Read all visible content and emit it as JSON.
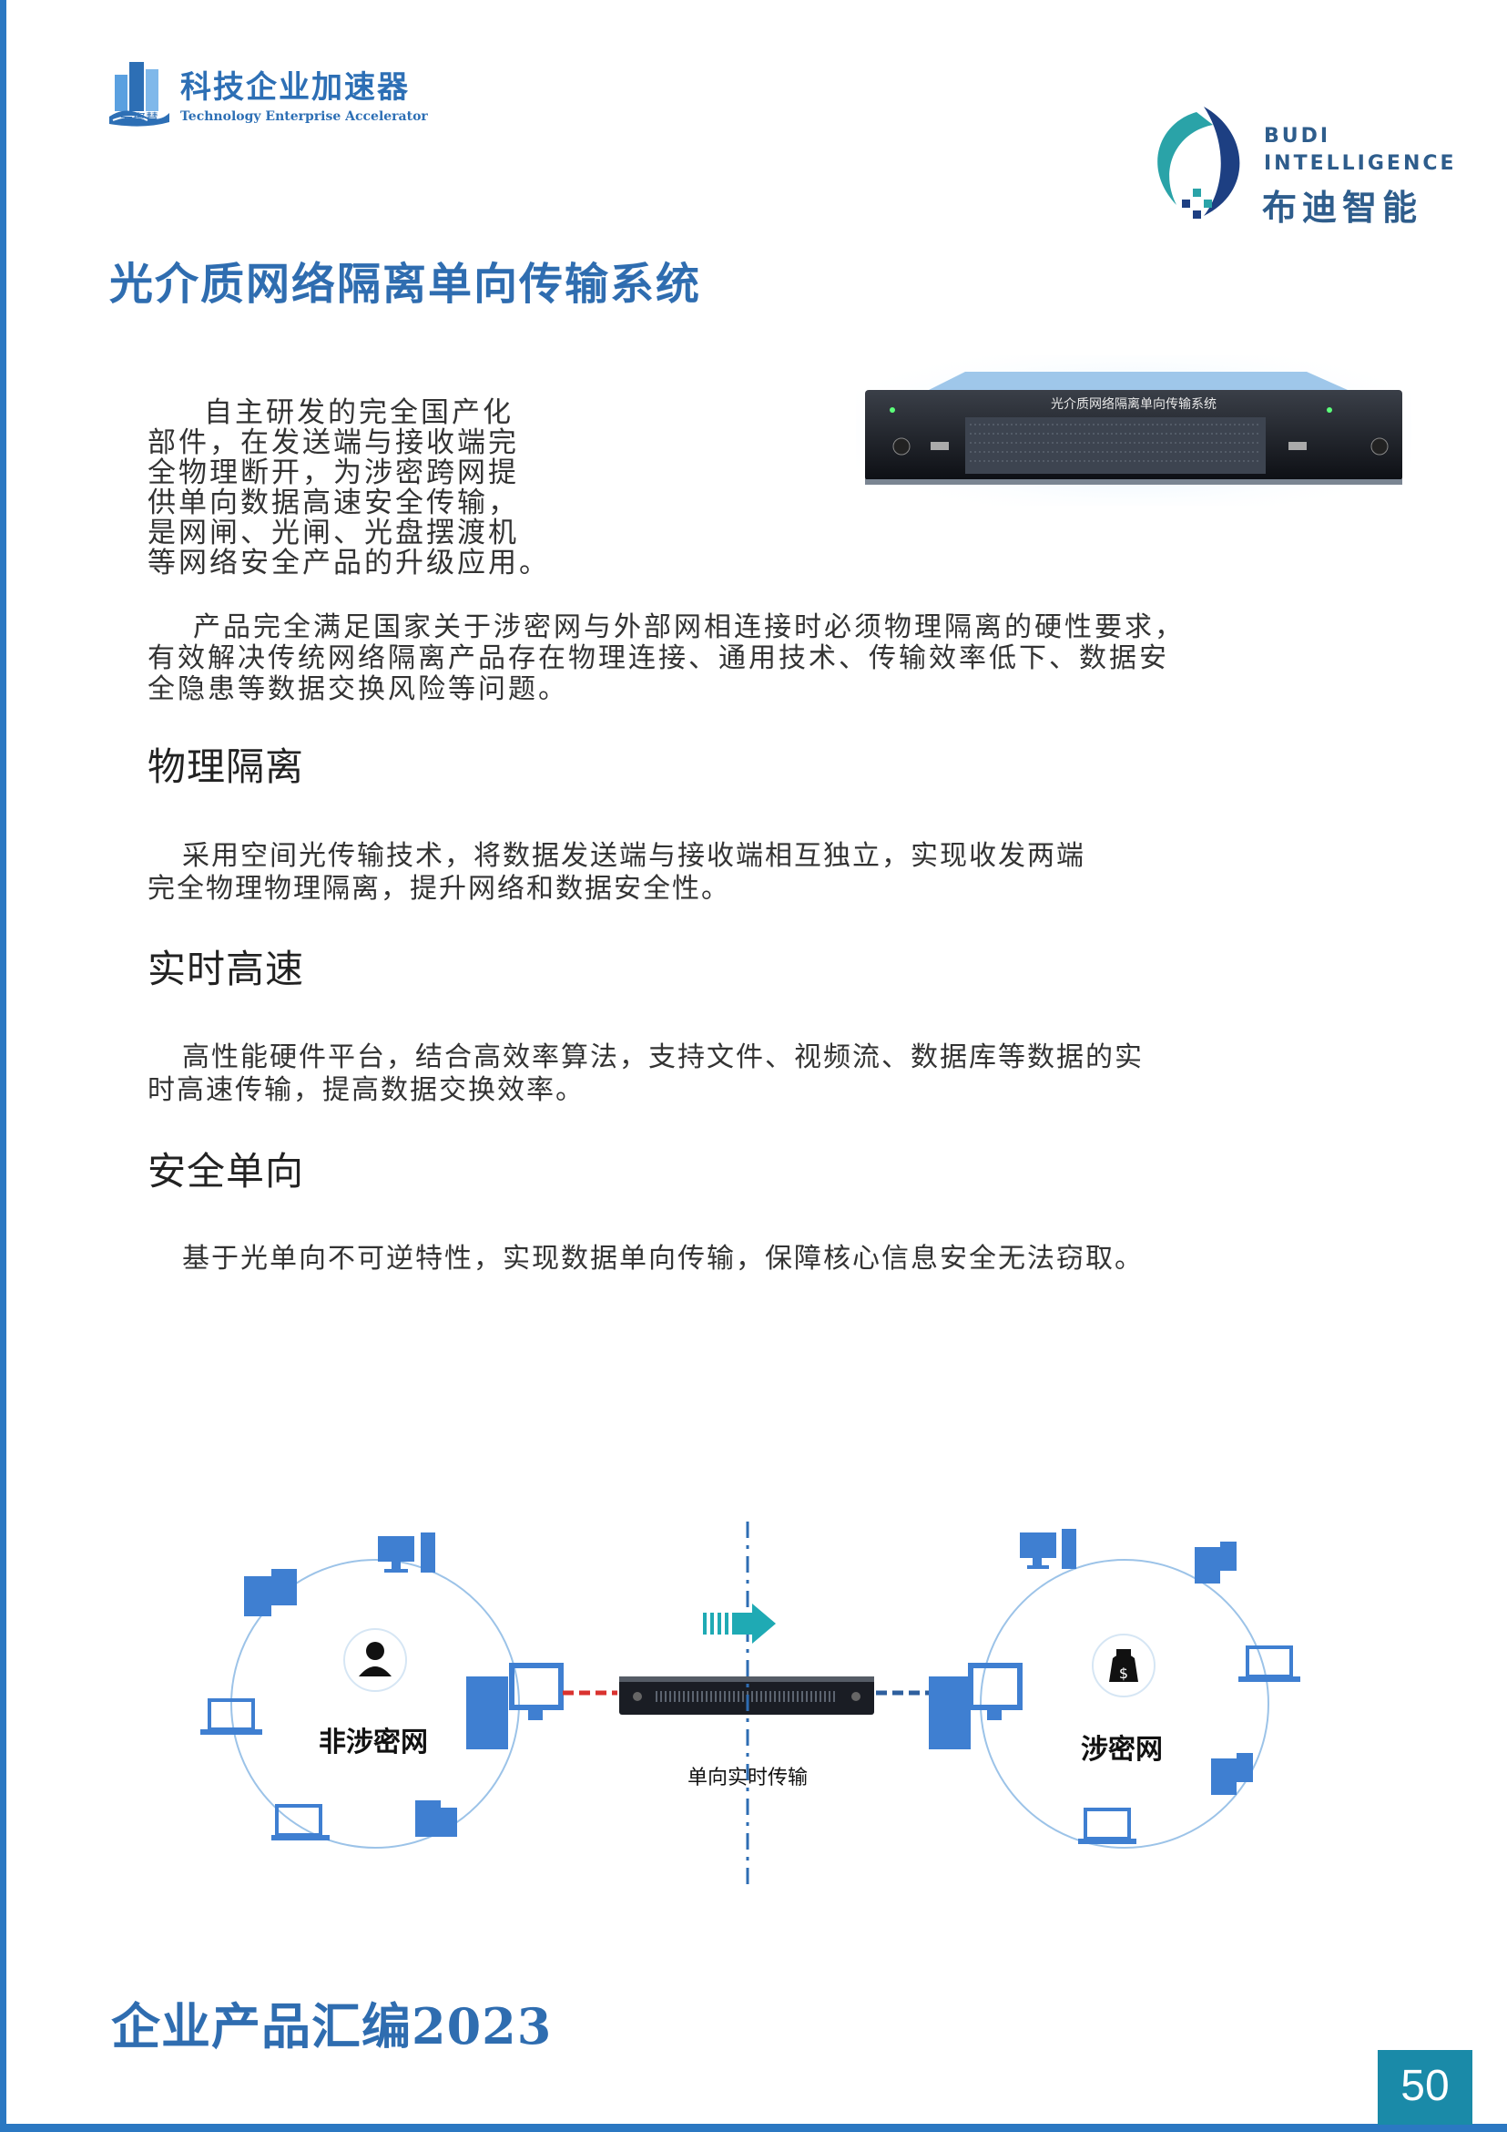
{
  "header": {
    "brand_title": "科技企业加速器",
    "brand_mark": "云聚慧",
    "brand_subtitle": "Technology Enterprise Accelerator",
    "partner_en_1": "BUDI",
    "partner_en_2": "INTELLIGENCE",
    "partner_cn": "布迪智能"
  },
  "page_title": "光介质网络隔离单向传输系统",
  "product_label": "光介质网络隔离单向传输系统",
  "intro_lines": [
    "自主研发的完全国产化",
    "部件，在发送端与接收端完",
    "全物理断开，为涉密跨网提",
    "供单向数据高速安全传输，",
    "是网闸、光闸、光盘摆渡机",
    "等网络安全产品的升级应用。"
  ],
  "para2_lines": [
    "产品完全满足国家关于涉密网与外部网相连接时必须物理隔离的硬性要求，",
    "有效解决传统网络隔离产品存在物理连接、通用技术、传输效率低下、数据安",
    "全隐患等数据交换风险等问题。"
  ],
  "sections": [
    {
      "heading": "物理隔离",
      "lines": [
        "采用空间光传输技术，将数据发送端与接收端相互独立，实现收发两端",
        "完全物理物理隔离，提升网络和数据安全性。"
      ]
    },
    {
      "heading": "实时高速",
      "lines": [
        "高性能硬件平台，结合高效率算法，支持文件、视频流、数据库等数据的实",
        "时高速传输，提高数据交换效率。"
      ]
    },
    {
      "heading": "安全单向",
      "lines": [
        "基于光单向不可逆特性，实现数据单向传输，保障核心信息安全无法窃取。"
      ]
    }
  ],
  "diagram": {
    "left_label": "非涉密网",
    "right_label": "涉密网",
    "center_label": "单向实时传输"
  },
  "footer": {
    "title": "企业产品汇编2023",
    "page_number": "50"
  },
  "colors": {
    "accent_blue": "#2f6db0",
    "rule_blue": "#2b78c2",
    "page_box": "#1a8aa8",
    "device_blue": "#3f7fd1",
    "left_link": "#d9322f",
    "right_link": "#2e5f9e"
  }
}
